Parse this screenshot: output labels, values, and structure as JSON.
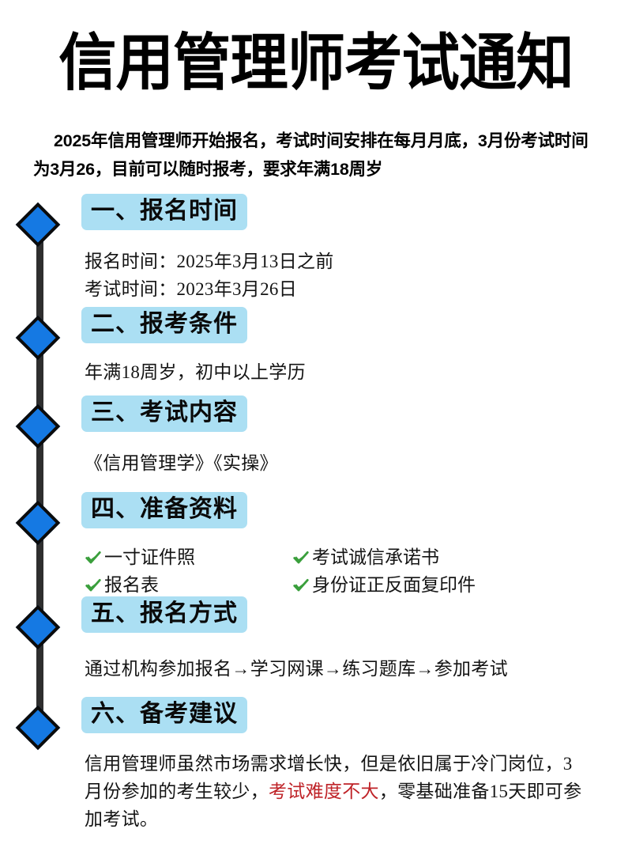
{
  "poster": {
    "title": "信用管理师考试通知",
    "subtitle": "2025年信用管理师开始报名，考试时间安排在每月月底，3月份考试时间为3月26，目前可以随时报考，要求年满18周岁"
  },
  "colors": {
    "diamond_fill": "#1579e3",
    "diamond_border": "#0b0b0b",
    "timeline_rail": "#2e2e2e",
    "heading_highlight": "#abdff3",
    "heading_text": "#0a0a0a",
    "body_text": "#141414",
    "check_green": "#3a9f3c",
    "emphasis_red": "#bf2328",
    "background": "#ffffff"
  },
  "sections": [
    {
      "marker": "diamond-marker",
      "heading": "一、报名时间",
      "body_lines": [
        "报名时间：2025年3月13日之前",
        "考试时间：2023年3月26日"
      ]
    },
    {
      "marker": "diamond-marker",
      "heading": "二、报考条件",
      "body_lines": [
        "年满18周岁，初中以上学历"
      ]
    },
    {
      "marker": "diamond-marker",
      "heading": "三、考试内容",
      "body_lines": [
        "《信用管理学》《实操》"
      ]
    },
    {
      "marker": "diamond-marker",
      "heading": "四、准备资料",
      "checklist": {
        "icon": "check-icon",
        "left_column": [
          "一寸证件照",
          "报名表"
        ],
        "right_column": [
          "考试诚信承诺书",
          "身份证正反面复印件"
        ]
      }
    },
    {
      "marker": "diamond-marker",
      "heading": "五、报名方式",
      "body_lines": [
        "通过机构参加报名→学习网课→练习题库→参加考试"
      ]
    },
    {
      "marker": "diamond-marker",
      "heading": "六、备考建议",
      "body_rich": {
        "part1": "信用管理师虽然市场需求增长快，但是依旧属于冷门岗位，3月份参加的考生较少，",
        "emphasis": "考试难度不大",
        "part2": "，零基础准备15天即可参加考试。"
      }
    }
  ]
}
